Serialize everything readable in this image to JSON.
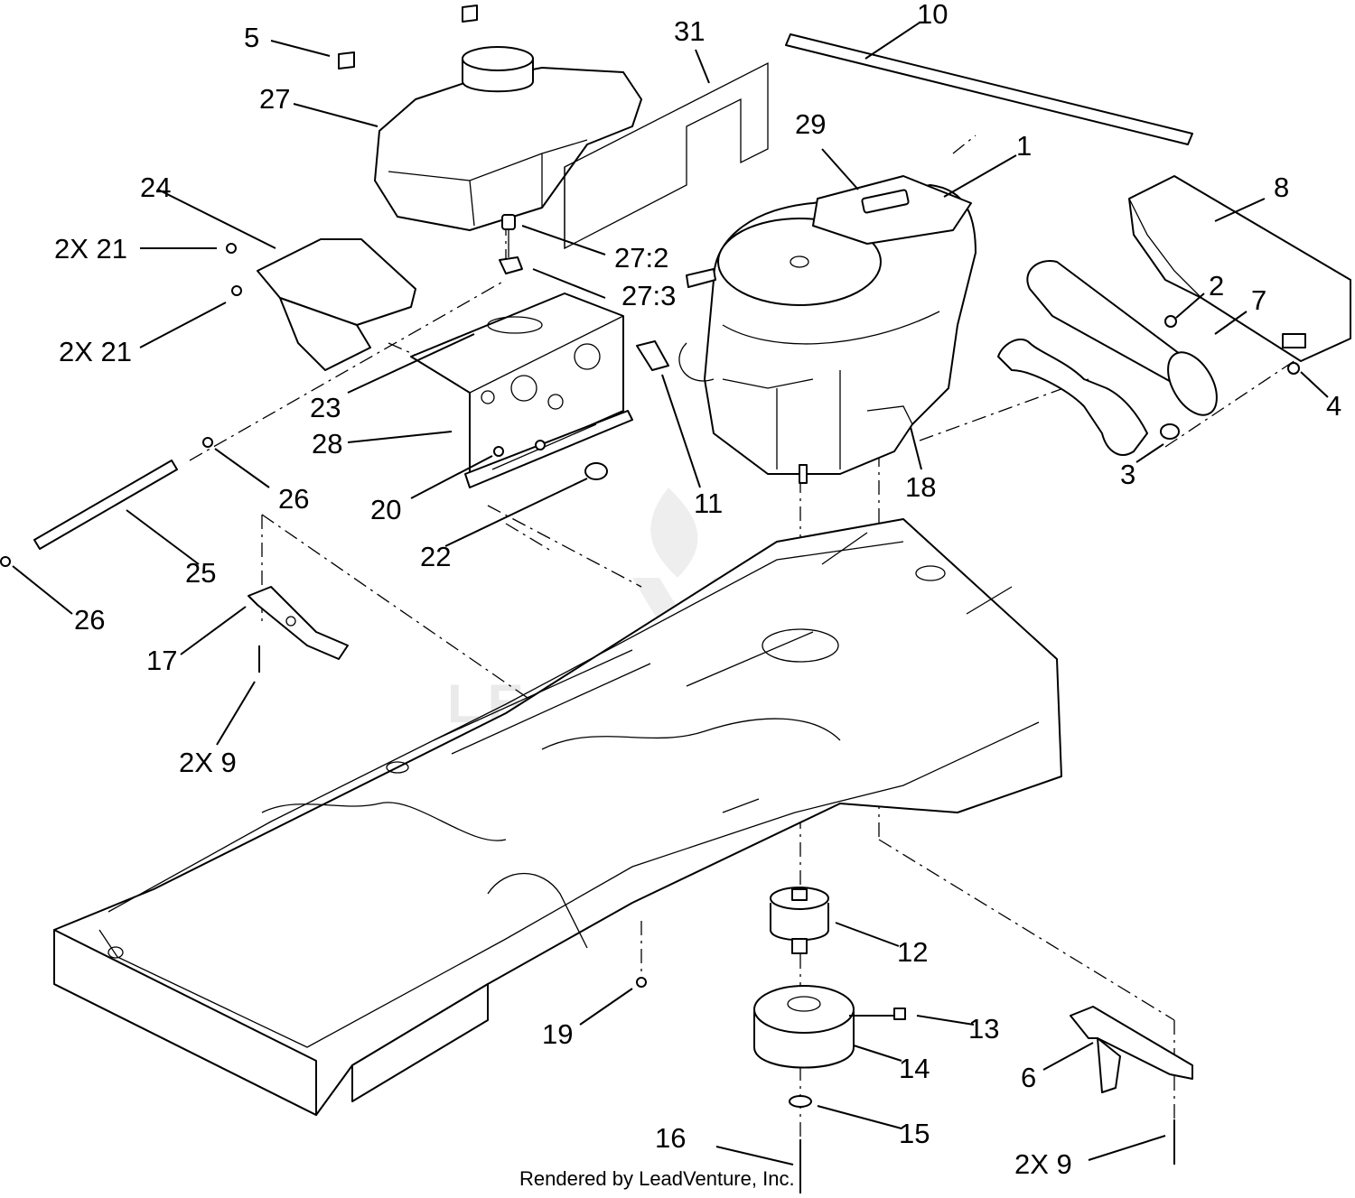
{
  "diagram": {
    "callouts": [
      {
        "id": "c5",
        "text": "5"
      },
      {
        "id": "c27",
        "text": "27"
      },
      {
        "id": "c31",
        "text": "31"
      },
      {
        "id": "c10",
        "text": "10"
      },
      {
        "id": "c29",
        "text": "29"
      },
      {
        "id": "c1",
        "text": "1"
      },
      {
        "id": "c8",
        "text": "8"
      },
      {
        "id": "c24",
        "text": "24"
      },
      {
        "id": "c21a",
        "text": "2X 21"
      },
      {
        "id": "c21b",
        "text": "2X 21"
      },
      {
        "id": "c27-2",
        "text": "27:2"
      },
      {
        "id": "c27-3",
        "text": "27:3"
      },
      {
        "id": "c2",
        "text": "2"
      },
      {
        "id": "c7",
        "text": "7"
      },
      {
        "id": "c4",
        "text": "4"
      },
      {
        "id": "c23",
        "text": "23"
      },
      {
        "id": "c28",
        "text": "28"
      },
      {
        "id": "c11",
        "text": "11"
      },
      {
        "id": "c18",
        "text": "18"
      },
      {
        "id": "c3",
        "text": "3"
      },
      {
        "id": "c26a",
        "text": "26"
      },
      {
        "id": "c20",
        "text": "20"
      },
      {
        "id": "c25",
        "text": "25"
      },
      {
        "id": "c22",
        "text": "22"
      },
      {
        "id": "c26b",
        "text": "26"
      },
      {
        "id": "c17",
        "text": "17"
      },
      {
        "id": "c9a",
        "text": "2X 9"
      },
      {
        "id": "c12",
        "text": "12"
      },
      {
        "id": "c13",
        "text": "13"
      },
      {
        "id": "c14",
        "text": "14"
      },
      {
        "id": "c19",
        "text": "19"
      },
      {
        "id": "c6",
        "text": "6"
      },
      {
        "id": "c15",
        "text": "15"
      },
      {
        "id": "c16",
        "text": "16"
      },
      {
        "id": "c9b",
        "text": "2X 9"
      }
    ],
    "watermark": "LEADVENTURE",
    "footer": "Rendered by LeadVenture, Inc."
  }
}
